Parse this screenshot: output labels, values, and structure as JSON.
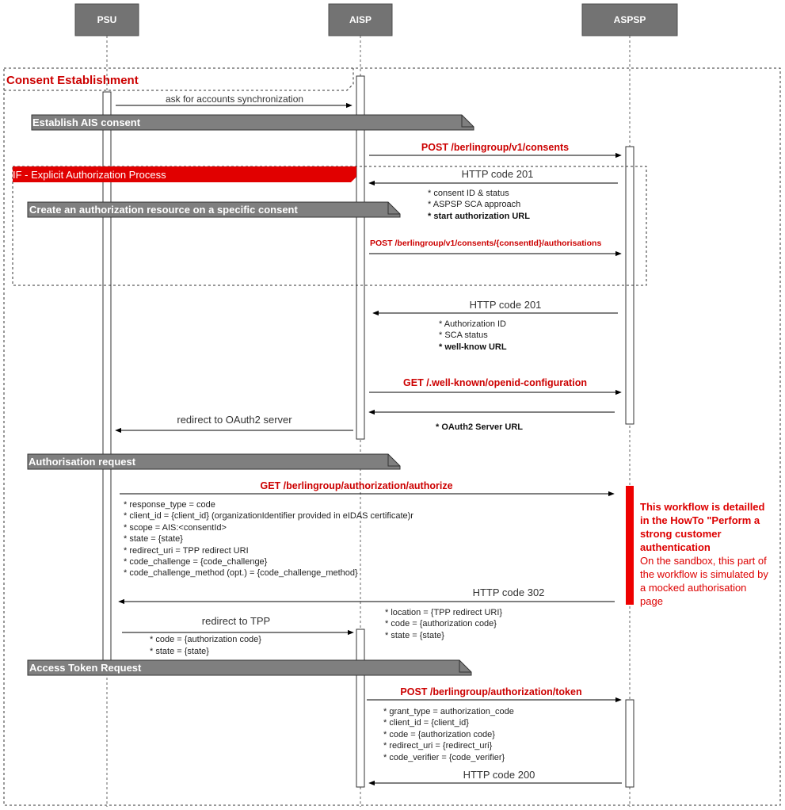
{
  "actors": [
    {
      "name": "PSU"
    },
    {
      "name": "AISP"
    },
    {
      "name": "ASPSP"
    }
  ],
  "frame_title": "Consent Establishment",
  "alt_title": "IF -  Explicit Authorization Process",
  "sections": {
    "establish": "Establish AIS consent",
    "create_auth": "Create an authorization resource on a specific consent",
    "auth_request": "Authorisation request",
    "token_request": "Access Token Request"
  },
  "messages": {
    "ask_sync": "ask for accounts synchronization",
    "post_consents": "POST /berlingroup/v1/consents",
    "http201_a": "HTTP code 201",
    "post_authorisations": "POST /berlingroup/v1/consents/{consentId}/authorisations",
    "http201_b": "HTTP code 201",
    "get_wellknown": "GET /.well-known/openid-configuration",
    "redirect_oauth": "redirect to OAuth2 server",
    "get_authorize": "GET /berlingroup/authorization/authorize",
    "http302": "HTTP code 302",
    "redirect_tpp": "redirect to TPP",
    "post_token": "POST /berlingroup/authorization/token",
    "http200": "HTTP code 200"
  },
  "notes": {
    "consent_resp": [
      "* consent ID & status",
      "* ASPSP SCA approach"
    ],
    "consent_resp_bold": "* start authorization URL",
    "auth_resp": [
      "* Authorization ID",
      "* SCA status"
    ],
    "auth_resp_bold": "* well-know URL",
    "oauth_server": "* OAuth2 Server URL",
    "authorize_params": [
      "* response_type = code",
      "* client_id = {client_id} (organizationIdentifier provided in eIDAS certificate)r",
      "* scope = AIS:<consentId>",
      "* state = {state}",
      "* redirect_uri = TPP redirect URI",
      "* code_challenge = {code_challenge}",
      "* code_challenge_method (opt.) = {code_challenge_method}"
    ],
    "redirect_params": [
      "* location = {TPP redirect URI}",
      "* code = {authorization code}",
      "* state = {state}"
    ],
    "tpp_params": [
      "* code = {authorization code}",
      "* state = {state}"
    ],
    "token_params": [
      "* grant_type = authorization_code",
      "* client_id = {client_id}",
      "* code = {authorization code}",
      "* redirect_uri = {redirect_uri}",
      "* code_verifier = {code_verifier}"
    ]
  },
  "side_note": {
    "bold_lines": [
      "This workflow is detailled",
      "in the HowTo \"Perform a",
      "strong customer",
      "authentication"
    ],
    "normal_lines": [
      "On the sandbox, this part of",
      "the workflow is simulated by",
      "a mocked authorisation",
      "page"
    ]
  },
  "colors": {
    "actor_fill": "#737373",
    "section_fill": "#7f7f7f",
    "accent_red": "#cc0000",
    "alt_red": "#e10000"
  }
}
